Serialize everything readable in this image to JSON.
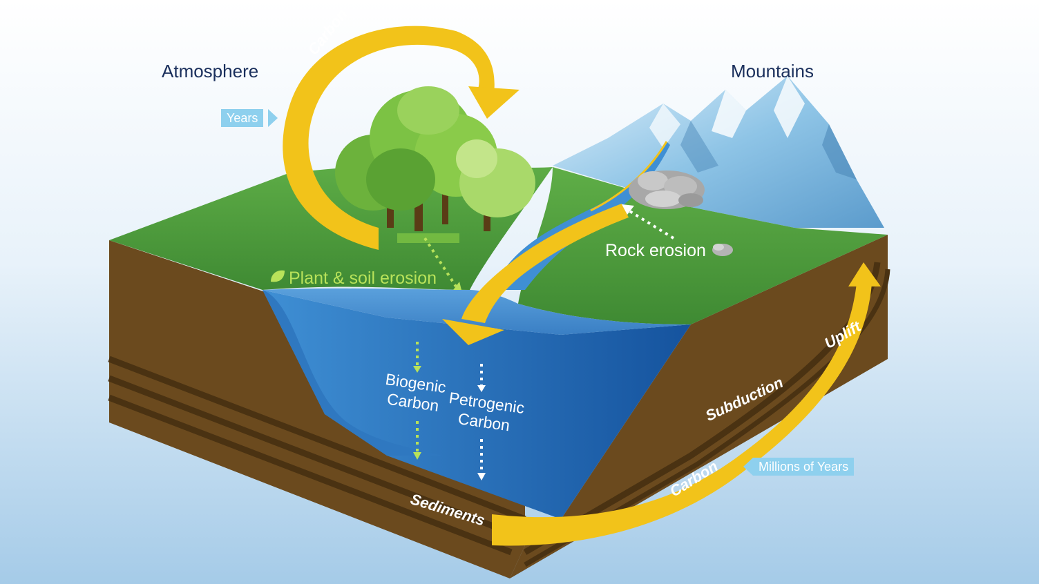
{
  "labels": {
    "atmosphere": "Atmosphere",
    "mountains": "Mountains",
    "years": "Years",
    "carbon_top": "Carbon",
    "plant_soil_erosion": "Plant & soil erosion",
    "rock_erosion": "Rock erosion",
    "biogenic_line1": "Biogenic",
    "biogenic_line2": "Carbon",
    "petrogenic_line1": "Petrogenic",
    "petrogenic_line2": "Carbon",
    "sediments": "Sediments",
    "subduction": "Subduction",
    "uplift": "Uplift",
    "carbon_bottom": "Carbon",
    "millions_of_years": "Millions of Years"
  },
  "colors": {
    "sky_top": "#ffffff",
    "sky_bottom": "#a5cbe8",
    "grass": "#4a9a3c",
    "soil": "#6b4a1e",
    "soil_dark": "#4a3212",
    "water": "#1f5fa8",
    "carbon_arrow": "#f2c31a",
    "tag": "#8ed0ee",
    "heading": "#1a2f5c",
    "erosion_text": "#b8e25a"
  }
}
